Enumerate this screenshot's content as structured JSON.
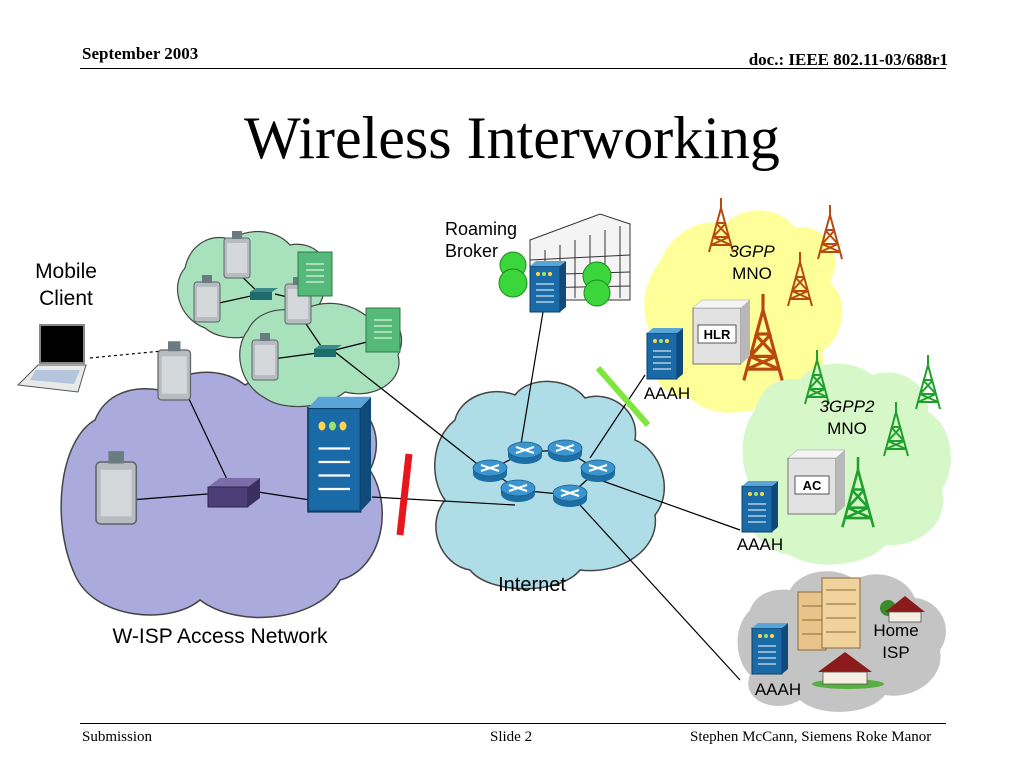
{
  "header": {
    "date": "September 2003",
    "doc": "doc.: IEEE 802.11-03/688r1"
  },
  "title": "Wireless Interworking",
  "diagram": {
    "mobile_client": [
      "Mobile",
      "Client"
    ],
    "roaming_broker": [
      "Roaming",
      "Broker"
    ],
    "mno1": {
      "tech": "3GPP",
      "type": "MNO",
      "server": "HLR",
      "aaa": "AAAH"
    },
    "mno2": {
      "tech": "3GPP2",
      "type": "MNO",
      "server": "AC",
      "aaa": "AAAH"
    },
    "home_isp": {
      "name": [
        "Home",
        "ISP"
      ],
      "aaa": "AAAH"
    },
    "internet": "Internet",
    "wisp": "W-ISP Access Network"
  },
  "footer": {
    "left": "Submission",
    "center": "Slide 2",
    "right": "Stephen McCann, Siemens Roke Manor"
  },
  "colors": {
    "wisp_cloud": "#aaaadd",
    "internet_cloud": "#aedde8",
    "hotspot_cloud": "#a8e2bc",
    "mno1_cloud": "#ffff99",
    "mno2_cloud": "#d6f7c8",
    "isp_cloud": "#c4c4c4",
    "server_blue": "#1a6aa8"
  }
}
